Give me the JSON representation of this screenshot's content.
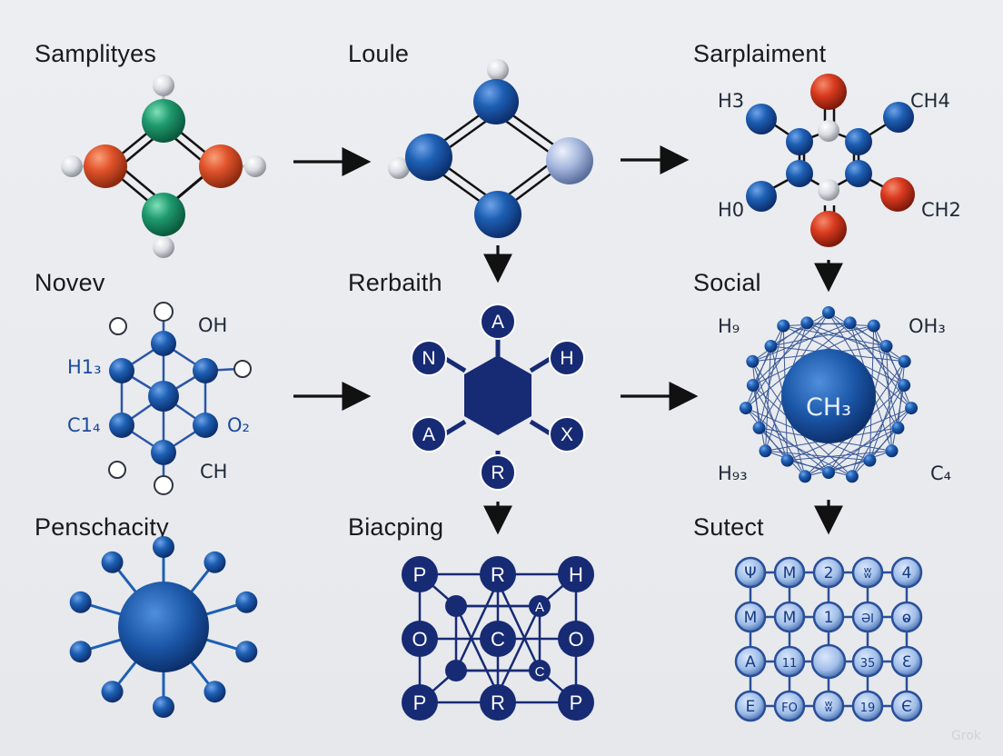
{
  "colors": {
    "dark_blue": "#1a2f7a",
    "mid_blue": "#1d5fb3",
    "light_blue": "#9fb4dc",
    "green": "#1f9a6e",
    "orange": "#e0532b",
    "red": "#d93a1f",
    "grey": "#c7cacf"
  },
  "panels": {
    "p1": {
      "title": "Samplityes"
    },
    "p2": {
      "title": "Loule"
    },
    "p3": {
      "title": "Sarplaiment",
      "labels": {
        "tl": "H3",
        "tr": "CH4",
        "bl": "H0",
        "br": "CH2"
      }
    },
    "p4": {
      "title": "Novev",
      "labels": {
        "oh": "OH",
        "h": "H1₃",
        "c": "C1₄",
        "o2": "O₂",
        "ch": "CH"
      }
    },
    "p5": {
      "title": "Rerbaith",
      "nodes": {
        "top": "A",
        "left_top": "N",
        "right_top": "H",
        "left_bot": "A",
        "right_bot": "X",
        "bottom": "R"
      }
    },
    "p6": {
      "title": "Social",
      "labels": {
        "tl": "H₉",
        "tr": "OH₃",
        "center": "CH₃",
        "bl": "H₉₃",
        "br": "C₄"
      }
    },
    "p7": {
      "title": "Penschacity"
    },
    "p8": {
      "title": "Biacping",
      "nodes": {
        "tl": "P",
        "tm": "R",
        "tr": "H",
        "ml": "O",
        "mc": "C",
        "mr": "O",
        "bl": "P",
        "bm": "R",
        "br": "P",
        "a": "A",
        "c": "C"
      }
    },
    "p9": {
      "title": "Sutect",
      "grid": [
        [
          "Ψ",
          "Ⅿ",
          "2",
          "ʬ",
          "4"
        ],
        [
          "Ⅿ",
          "Ⅿ",
          "1",
          "ƏI",
          "ⱺ"
        ],
        [
          "A",
          "11",
          "",
          "35",
          "Ɛ"
        ],
        [
          "E",
          "FO",
          "ʬ",
          "19",
          "Є"
        ]
      ]
    }
  },
  "watermark": "Grok"
}
